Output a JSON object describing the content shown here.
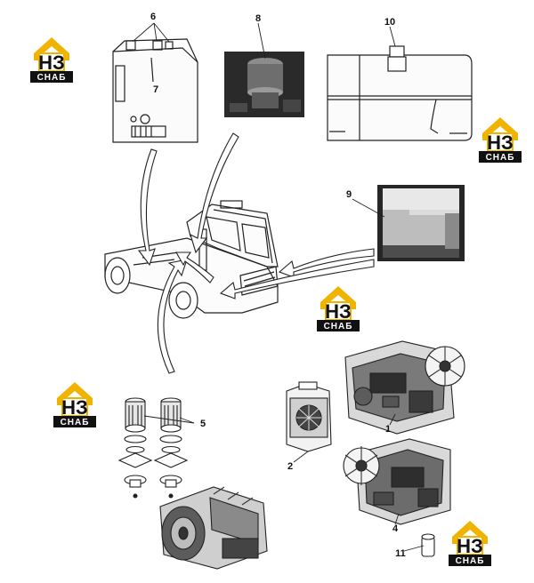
{
  "logo": {
    "line1": "НЗ",
    "line2": "СНАБ",
    "accent_color": "#f0b400",
    "dark_color": "#111111"
  },
  "callouts": [
    "1",
    "2",
    "4",
    "5",
    "6",
    "7",
    "8",
    "9",
    "10",
    "11"
  ],
  "colors": {
    "line": "#222222",
    "photo_bg": "#1e1e1e",
    "photo_mid": "#7a7a7a"
  }
}
